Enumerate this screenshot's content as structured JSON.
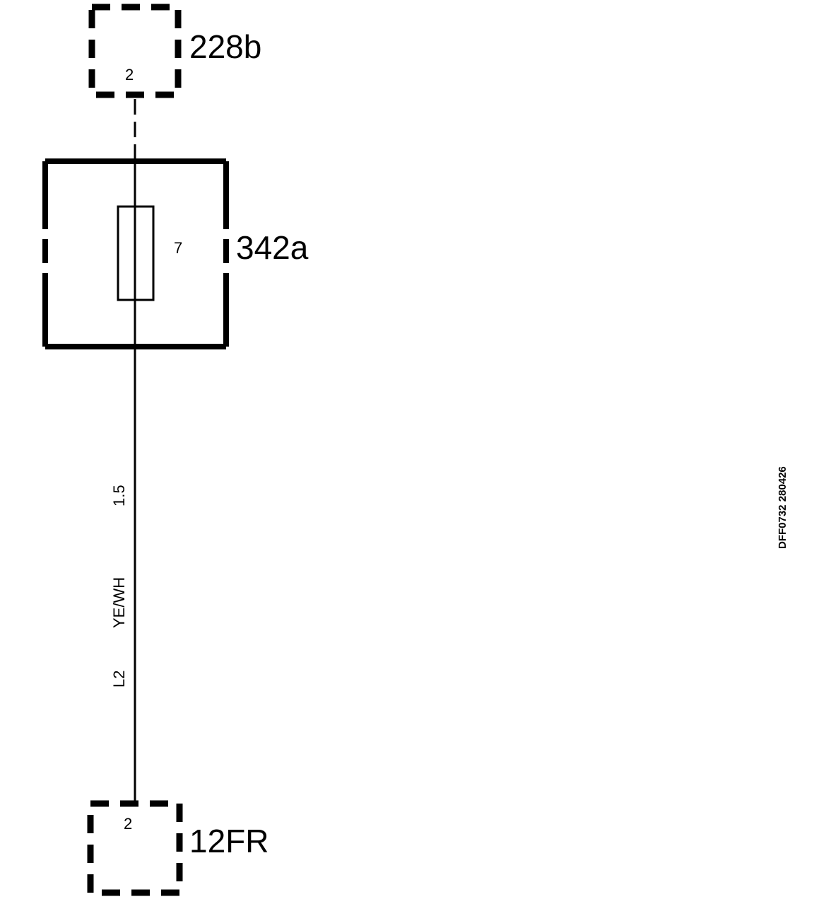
{
  "connectors": {
    "top": {
      "ref": "228b",
      "pin": "2"
    },
    "bottom": {
      "ref": "12FR",
      "pin": "2"
    }
  },
  "fuse_box": {
    "ref": "342a",
    "fuse_number": "7"
  },
  "wire": {
    "size": "1.5",
    "color": "YE/WH",
    "code": "L2"
  },
  "document_code": "DFF0732 280426",
  "colors": {
    "ink": "#000000",
    "background": "#ffffff"
  }
}
